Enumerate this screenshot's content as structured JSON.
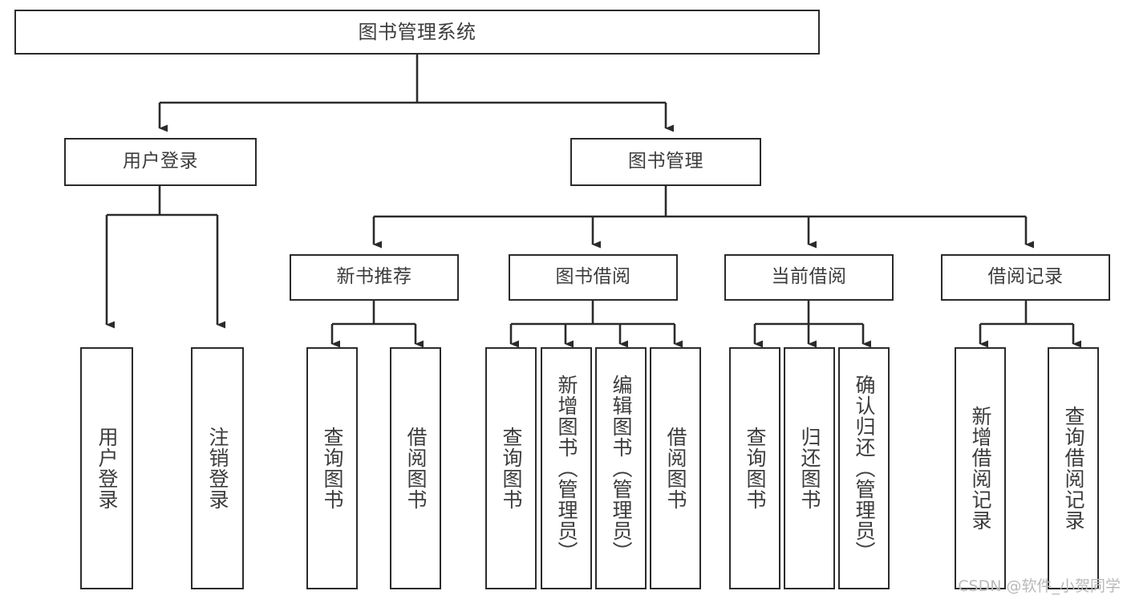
{
  "diagram": {
    "title": "图书管理系统",
    "watermark": "CSDN @软件_小贺同学",
    "line_color": "#2b2b2b",
    "text_color": "#3c3c3c",
    "background": "#ffffff",
    "nodes": {
      "root": {
        "label": "图书管理系统"
      },
      "level1": [
        {
          "key": "user_login",
          "label": "用户登录"
        },
        {
          "key": "book_manage",
          "label": "图书管理"
        }
      ],
      "level2": [
        {
          "key": "new_book_recommend",
          "label": "新书推荐"
        },
        {
          "key": "book_borrow",
          "label": "图书借阅"
        },
        {
          "key": "current_borrow",
          "label": "当前借阅"
        },
        {
          "key": "borrow_record",
          "label": "借阅记录"
        }
      ],
      "leaves": {
        "user_login": [
          {
            "key": "login",
            "label": "用户登录"
          },
          {
            "key": "logout",
            "label": "注销登录"
          }
        ],
        "new_book_recommend": [
          {
            "key": "query_book_1",
            "label": "查询图书"
          },
          {
            "key": "borrow_book_1",
            "label": "借阅图书"
          }
        ],
        "book_borrow": [
          {
            "key": "query_book_2",
            "label": "查询图书"
          },
          {
            "key": "add_book",
            "label": "新增图书（管理员）"
          },
          {
            "key": "edit_book",
            "label": "编辑图书（管理员）"
          },
          {
            "key": "borrow_book_2",
            "label": "借阅图书"
          }
        ],
        "current_borrow": [
          {
            "key": "query_book_3",
            "label": "查询图书"
          },
          {
            "key": "return_book",
            "label": "归还图书"
          },
          {
            "key": "confirm_return",
            "label": "确认归还（管理员）"
          }
        ],
        "borrow_record": [
          {
            "key": "add_record",
            "label": "新增借阅记录"
          },
          {
            "key": "query_record",
            "label": "查询借阅记录"
          }
        ]
      }
    }
  }
}
